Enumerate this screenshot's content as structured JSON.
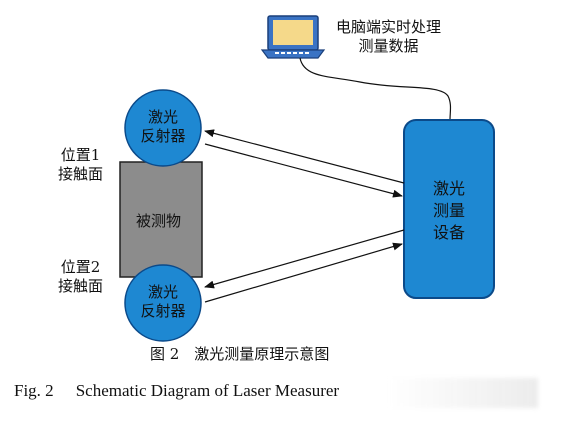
{
  "computer": {
    "label_line1": "电脑端实时处理",
    "label_line2": "测量数据"
  },
  "reflector_top": {
    "line1": "激光",
    "line2": "反射器"
  },
  "reflector_bottom": {
    "line1": "激光",
    "line2": "反射器"
  },
  "position1": {
    "line1": "位置1",
    "line2": "接触面"
  },
  "position2": {
    "line1": "位置2",
    "line2": "接触面"
  },
  "object_label": "被测物",
  "device": {
    "line1": "激光",
    "line2": "测量",
    "line3": "设备"
  },
  "caption_cn": "图 2　激光测量原理示意图",
  "caption_en": {
    "fig_num": "Fig. 2",
    "text": "Schematic Diagram of Laser Measurer"
  },
  "colors": {
    "reflector_fill": "#1e88d2",
    "device_fill": "#1e88d2",
    "object_fill": "#8c8c8c",
    "laptop_body": "#3a73c4",
    "laptop_screen": "#f5d98a"
  }
}
